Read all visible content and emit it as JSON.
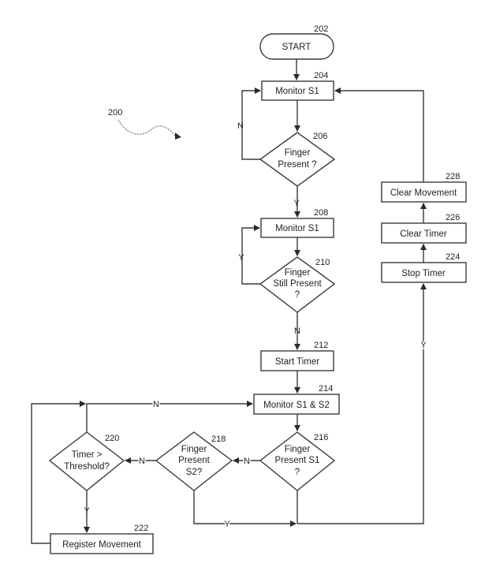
{
  "figure_ref": "200",
  "nodes": {
    "start": {
      "ref": "202",
      "label": "START"
    },
    "monitor_s1": {
      "ref": "204",
      "label": "Monitor S1"
    },
    "finger_present": {
      "ref": "206",
      "line1": "Finger",
      "line2": "Present ?"
    },
    "monitor_s1_b": {
      "ref": "208",
      "label": "Monitor S1"
    },
    "finger_still_present": {
      "ref": "210",
      "line1": "Finger",
      "line2": "Still Present",
      "line3": "?"
    },
    "start_timer": {
      "ref": "212",
      "label": "Start Timer"
    },
    "monitor_s1_s2": {
      "ref": "214",
      "label": "Monitor S1 & S2"
    },
    "finger_present_s1": {
      "ref": "216",
      "line1": "Finger",
      "line2": "Present S1",
      "line3": "?"
    },
    "finger_present_s2": {
      "ref": "218",
      "line1": "Finger",
      "line2": "Present",
      "line3": "S2?"
    },
    "timer_threshold": {
      "ref": "220",
      "line1": "Timer >",
      "line2": "Threshold?"
    },
    "register_movement": {
      "ref": "222",
      "label": "Register Movement"
    },
    "stop_timer": {
      "ref": "224",
      "label": "Stop Timer"
    },
    "clear_timer": {
      "ref": "226",
      "label": "Clear Timer"
    },
    "clear_movement": {
      "ref": "228",
      "label": "Clear Movement"
    }
  },
  "edge_labels": {
    "yes": "Y",
    "no": "N"
  }
}
